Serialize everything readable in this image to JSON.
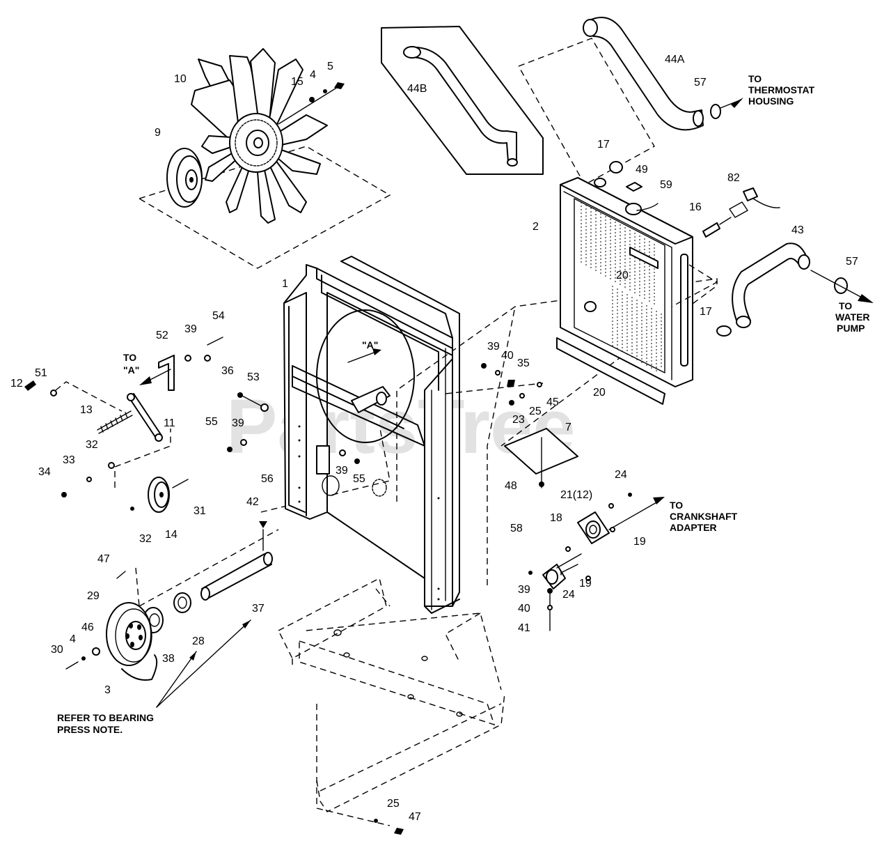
{
  "watermark": "PartsTree",
  "callouts": {
    "n1": "1",
    "n2": "2",
    "n3": "3",
    "n4a": "4",
    "n4b": "4",
    "n5": "5",
    "n7": "7",
    "n9": "9",
    "n10": "10",
    "n11": "11",
    "n12": "12",
    "n13": "13",
    "n14": "14",
    "n15": "15",
    "n16": "16",
    "n17a": "17",
    "n17b": "17",
    "n18": "18",
    "n19a": "19",
    "n19b": "19",
    "n20a": "20",
    "n20b": "20",
    "n21": "21(12)",
    "n23": "23",
    "n24a": "24",
    "n24b": "24",
    "n25a": "25",
    "n25b": "25",
    "n28": "28",
    "n29": "29",
    "n30": "30",
    "n31": "31",
    "n32a": "32",
    "n32b": "32",
    "n33": "33",
    "n34": "34",
    "n35": "35",
    "n36": "36",
    "n37": "37",
    "n38": "38",
    "n39a": "39",
    "n39b": "39",
    "n39c": "39",
    "n39d": "39",
    "n39e": "39",
    "n40a": "40",
    "n40b": "40",
    "n41": "41",
    "n42": "42",
    "n43": "43",
    "n44A": "44A",
    "n44B": "44B",
    "n45": "45",
    "n46": "46",
    "n47a": "47",
    "n47b": "47",
    "n48": "48",
    "n49": "49",
    "n51": "51",
    "n52": "52",
    "n53": "53",
    "n54": "54",
    "n55a": "55",
    "n55b": "55",
    "n56": "56",
    "n57a": "57",
    "n57b": "57",
    "n58": "58",
    "n59": "59",
    "n82": "82"
  },
  "notes": {
    "thermostat_l1": "TO",
    "thermostat_l2": "THERMOSTAT",
    "thermostat_l3": "HOUSING",
    "water_l1": "TO",
    "water_l2": "WATER",
    "water_l3": "PUMP",
    "crank_l1": "TO",
    "crank_l2": "CRANKSHAFT",
    "crank_l3": "ADAPTER",
    "toA_l1": "TO",
    "toA_l2": "\"A\"",
    "viewA": "\"A\"",
    "bearing_l1": "REFER TO BEARING",
    "bearing_l2": "PRESS NOTE."
  }
}
